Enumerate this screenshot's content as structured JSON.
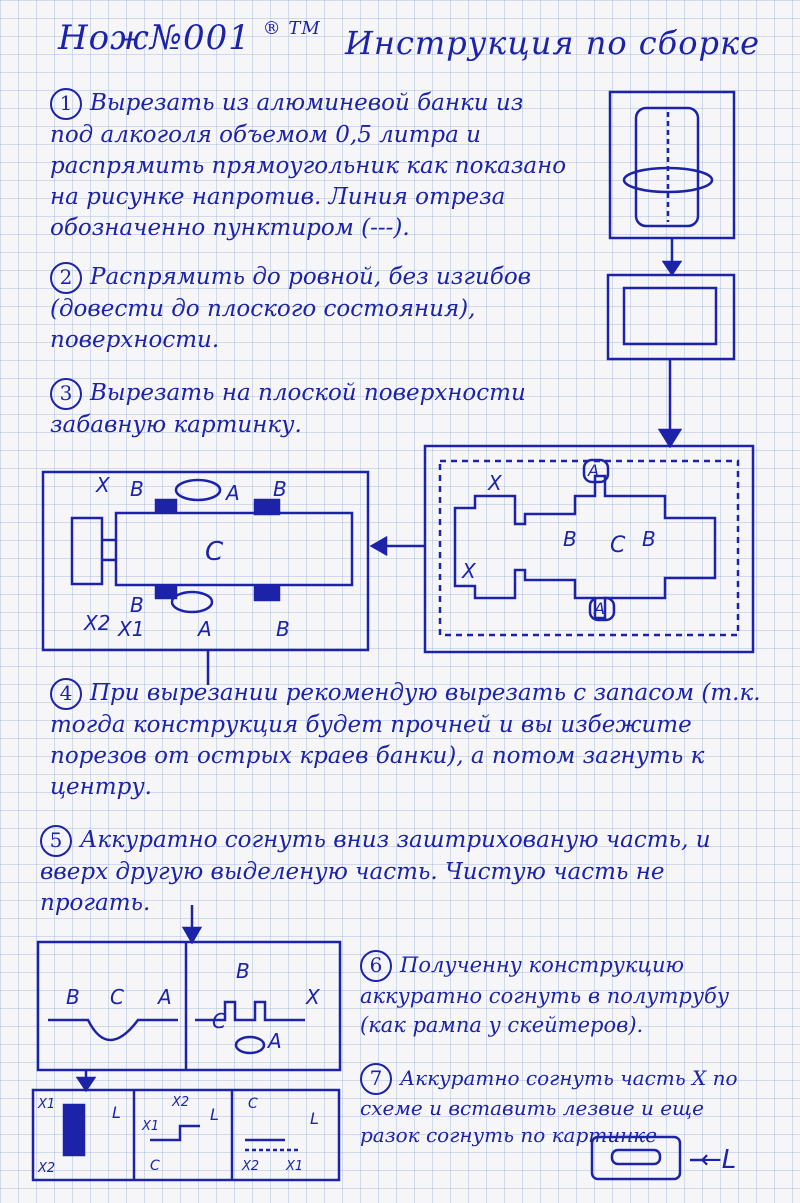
{
  "header": {
    "brand": "Нож№001",
    "marks": "® ТМ",
    "title": "Инструкция по сборке"
  },
  "steps": [
    {
      "num": "1",
      "text": "Вырезать из алюминевой банки из под алкоголя объемом 0,5 литра и распрямить прямоугольник как показано на рисунке напротив. Линия отреза обозначенно пунктиром (---)."
    },
    {
      "num": "2",
      "text": "Распрямить до ровной, без изгибов (довести до плоского состояния), поверхности."
    },
    {
      "num": "3",
      "text": "Вырезать на плоской поверхности забавную картинку."
    },
    {
      "num": "4",
      "text": "При вырезании рекомендую вырезать с запасом (т.к. тогда конструкция будет прочней и вы избежите порезов от острых краев банки), а потом загнуть к центру."
    },
    {
      "num": "5",
      "text": "Аккуратно согнуть вниз заштрихованую часть, и вверх другую выделеную часть. Чистую часть не прогать."
    },
    {
      "num": "6",
      "text": "Полученну конструкцию аккуратно согнуть в полутрубу (как рампа у скейтеров)."
    },
    {
      "num": "7",
      "text": "Аккуратно согнуть часть X по схеме и вставить лезвие и еще разок согнуть по картинке"
    }
  ],
  "labels": {
    "A": "A",
    "B": "B",
    "C": "C",
    "X": "X",
    "X1": "X1",
    "X2": "X2",
    "L": "L",
    "L_arrow": "←L"
  },
  "colors": {
    "ink": "#1c23a8",
    "paper": "#f6f6f8",
    "grid": "#a9bbdd"
  }
}
